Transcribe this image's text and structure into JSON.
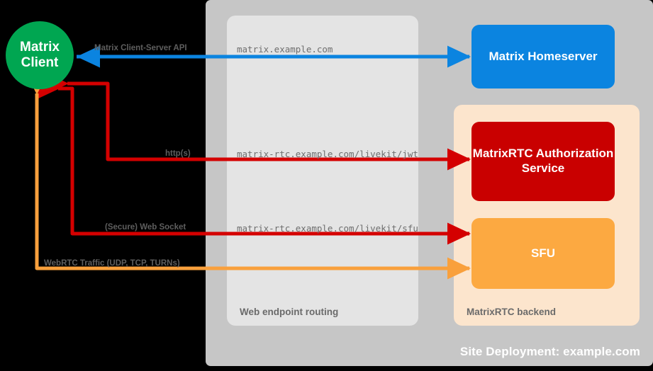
{
  "diagram": {
    "title": "Site Deployment: example.com"
  },
  "client": {
    "line1": "Matrix",
    "line2": "Client",
    "color": "#00a651"
  },
  "panels": {
    "web_routing": {
      "label": "Web endpoint routing",
      "color": "#e4e4e4"
    },
    "rtc_backend": {
      "label": "MatrixRTC backend",
      "color": "#fce5cd"
    },
    "site": {
      "color": "#c6c6c6"
    }
  },
  "nodes": {
    "homeserver": {
      "label": "Matrix Homeserver",
      "color": "#0b84e0"
    },
    "auth": {
      "label": "MatrixRTC Authorization Service",
      "color": "#c90000"
    },
    "sfu": {
      "label": "SFU",
      "color": "#fca941"
    }
  },
  "endpoints": {
    "matrix": "matrix.example.com",
    "jwt": "matrix-rtc.example.com/livekit/jwt",
    "sfu": "matrix-rtc.example.com/livekit/sfu"
  },
  "flows": [
    {
      "protocol": "Matrix Client-Server API",
      "color": "#0b84e0",
      "direction": "bidirectional"
    },
    {
      "protocol": "http(s)",
      "color": "#d40000",
      "direction": "bidirectional"
    },
    {
      "protocol": "(Secure) Web Socket",
      "color": "#d40000",
      "direction": "bidirectional"
    },
    {
      "protocol": "WebRTC Traffic (UDP, TCP, TURNs)",
      "color": "#f9a03c",
      "direction": "bidirectional"
    }
  ]
}
